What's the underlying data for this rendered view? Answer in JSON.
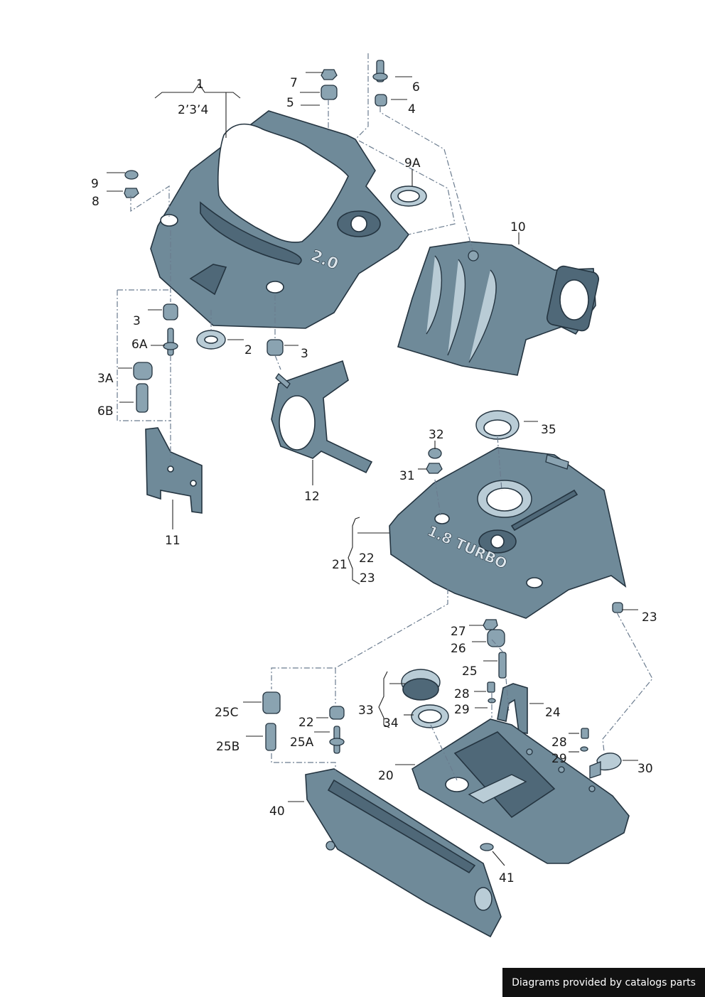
{
  "labels": {
    "l1": "1",
    "l234": "2’3’4",
    "l7": "7",
    "l5": "5",
    "l6": "6",
    "l4": "4",
    "l9A": "9A",
    "l9": "9",
    "l8": "8",
    "l10": "10",
    "l3a": "3",
    "l6A": "6A",
    "l3A": "3A",
    "l6B": "6B",
    "l2": "2",
    "l3b": "3",
    "l11": "11",
    "l12": "12",
    "l32": "32",
    "l31": "31",
    "l35": "35",
    "l22a": "22",
    "l21": "21",
    "l23a": "23",
    "l23b": "23",
    "l27": "27",
    "l26": "26",
    "l25": "25",
    "l28a": "28",
    "l29a": "29",
    "l24": "24",
    "l33": "33",
    "l34": "34",
    "l25C": "25C",
    "l22b": "22",
    "l25B": "25B",
    "l25A": "25A",
    "l28b": "28",
    "l29b": "29",
    "l30": "30",
    "l20": "20",
    "l40": "40",
    "l41": "41"
  },
  "cover_marks": {
    "top_cover": "2.0",
    "lower_cover": "1.8 TURBO"
  },
  "footer": "Diagrams provided by catalogs parts",
  "colors": {
    "part": "#6f8a99",
    "outline": "#243440",
    "dash": "#6b7c8f"
  }
}
